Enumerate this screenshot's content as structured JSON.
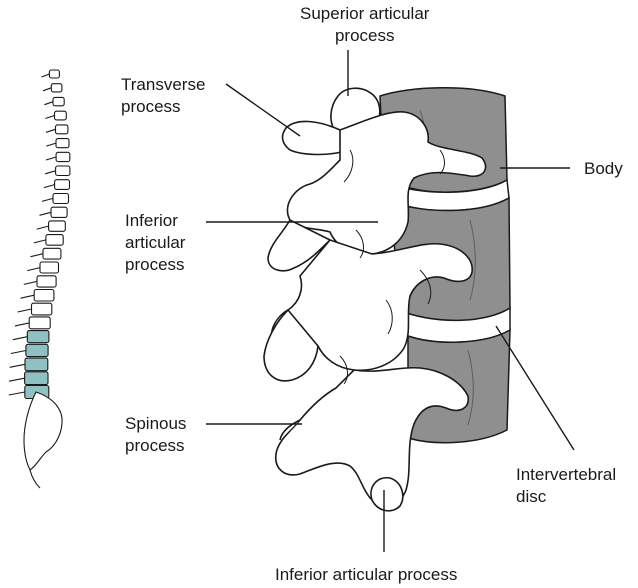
{
  "labels": {
    "superior_articular": [
      "Superior articular",
      "process"
    ],
    "transverse": [
      "Transverse",
      "process"
    ],
    "body": [
      "Body"
    ],
    "inferior_articular_left": [
      "Inferior",
      "articular",
      "process"
    ],
    "spinous": [
      "Spinous",
      "process"
    ],
    "intervertebral": [
      "Intervertebral",
      "disc"
    ],
    "inferior_articular_bottom": [
      "Inferior articular process"
    ]
  },
  "colors": {
    "line": "#1a1a1a",
    "bone": "#ffffff",
    "body_gray": "#8f8f8f",
    "body_dark": "#6e6e6e",
    "highlight": "#8fc1c3"
  }
}
